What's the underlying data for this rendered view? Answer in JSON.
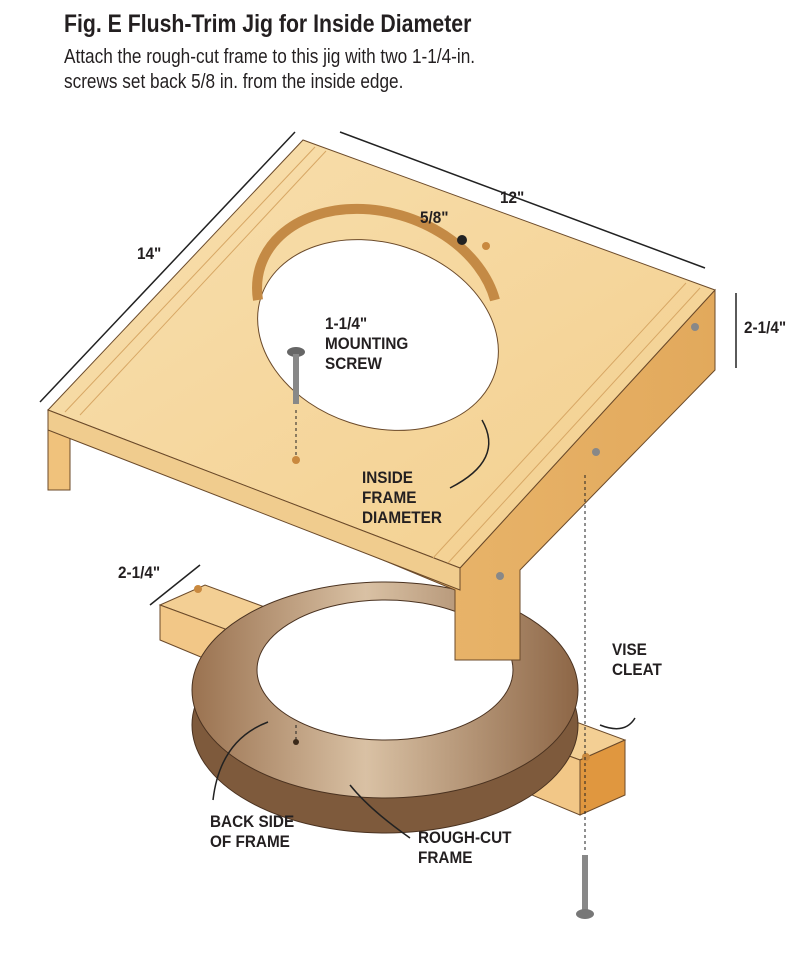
{
  "header": {
    "title": "Fig. E  Flush-Trim Jig for Inside Diameter",
    "subtitle_line1": "Attach the rough-cut frame to this jig with two 1-1/4-in.",
    "subtitle_line2": "screws set back 5/8 in. from the inside edge."
  },
  "dimensions": {
    "width": "12\"",
    "depth": "14\"",
    "height": "2-1/4\"",
    "setback": "5/8\"",
    "cleat_width": "2-1/4\""
  },
  "labels": {
    "screw_l1": "1-1/4\"",
    "screw_l2": "MOUNTING",
    "screw_l3": "SCREW",
    "inside_l1": "INSIDE",
    "inside_l2": "FRAME",
    "inside_l3": "DIAMETER",
    "vise_l1": "VISE",
    "vise_l2": "CLEAT",
    "back_l1": "BACK SIDE",
    "back_l2": "OF FRAME",
    "rough_l1": "ROUGH-CUT",
    "rough_l2": "FRAME"
  },
  "colors": {
    "wood_top": "#f6d9a2",
    "wood_side": "#eab468",
    "ring": "#b08a66",
    "ink": "#231f20"
  }
}
